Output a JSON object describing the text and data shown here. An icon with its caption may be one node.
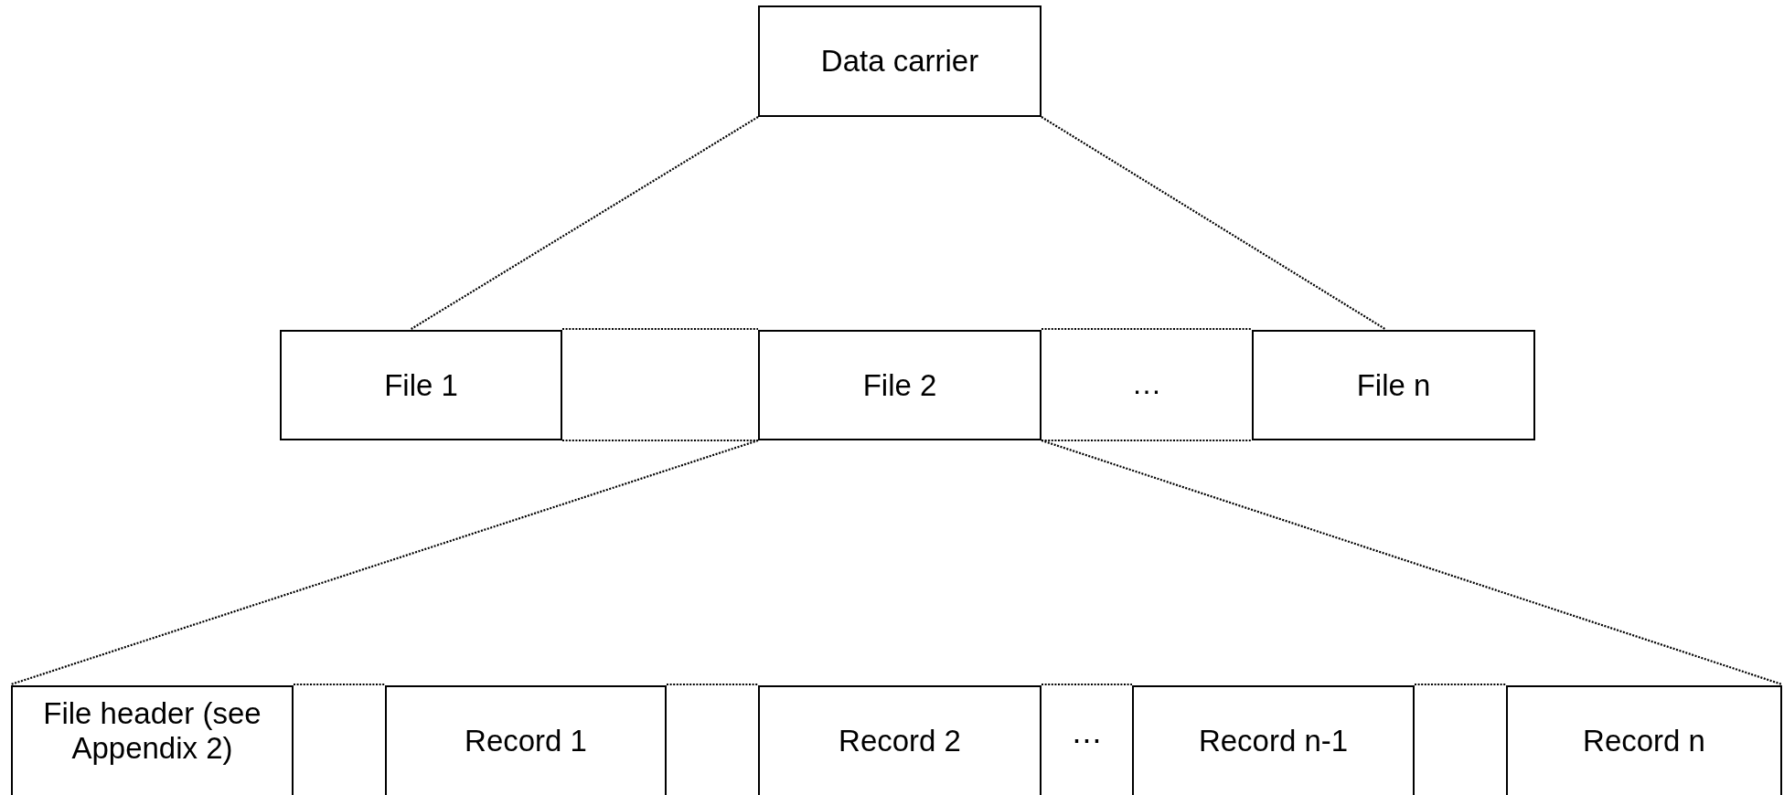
{
  "diagram": {
    "nodes": [
      {
        "text": [
          "Data carrier"
        ]
      },
      {
        "text": [
          "File 1"
        ]
      },
      {
        "text": [
          "File 2"
        ]
      },
      {
        "text": [
          "File n"
        ]
      },
      {
        "text": [
          "File header (see Appendix 2)"
        ]
      },
      {
        "text": [
          "Record 1"
        ]
      },
      {
        "text": [
          "Record 2"
        ]
      },
      {
        "text": [
          "Record n-1"
        ]
      },
      {
        "text": [
          "Record n"
        ]
      }
    ],
    "edges": [
      {
        "from": 0,
        "to": 1,
        "arrow": "none"
      },
      {
        "from": 0,
        "to": 3,
        "arrow": "none"
      },
      {
        "from": 1,
        "to": 2,
        "arrow": "none"
      },
      {
        "from": 1,
        "to": 2,
        "arrow": "none"
      },
      {
        "from": 2,
        "to": 3,
        "arrow": "none"
      },
      {
        "from": 2,
        "to": 3,
        "arrow": "none"
      },
      {
        "from": 2,
        "to": 4,
        "arrow": "none"
      },
      {
        "from": 2,
        "to": 8,
        "arrow": "none"
      },
      {
        "from": 4,
        "to": 5,
        "arrow": "none"
      },
      {
        "from": 5,
        "to": 6,
        "arrow": "none"
      },
      {
        "from": 6,
        "to": 7,
        "arrow": "none"
      },
      {
        "from": 7,
        "to": 8,
        "arrow": "none"
      }
    ],
    "labels": [
      "…",
      "⋯"
    ]
  }
}
